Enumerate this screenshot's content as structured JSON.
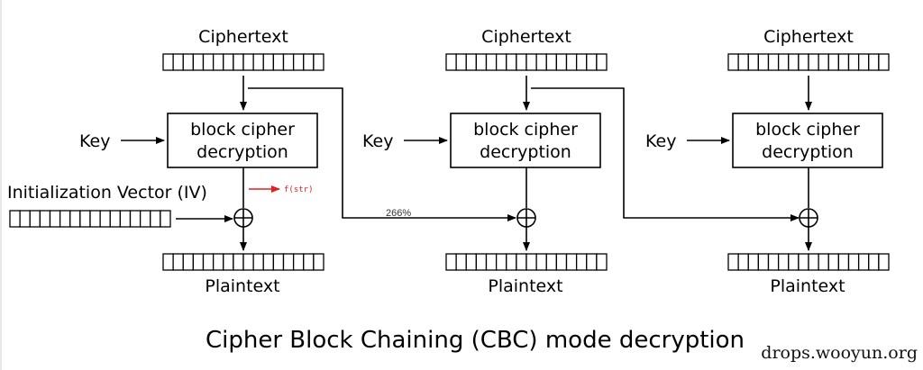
{
  "title": "Cipher Block Chaining (CBC) mode decryption",
  "watermark": "drops.wooyun.org",
  "iv_label": "Initialization Vector (IV)",
  "annotation": {
    "text": "f(str)",
    "color": "#e02020"
  },
  "overlay_text": "266%",
  "stages": [
    {
      "ciphertext": "Ciphertext",
      "key": "Key",
      "cipher_line1": "block cipher",
      "cipher_line2": "decryption",
      "plaintext": "Plaintext"
    },
    {
      "ciphertext": "Ciphertext",
      "key": "Key",
      "cipher_line1": "block cipher",
      "cipher_line2": "decryption",
      "plaintext": "Plaintext"
    },
    {
      "ciphertext": "Ciphertext",
      "key": "Key",
      "cipher_line1": "block cipher",
      "cipher_line2": "decryption",
      "plaintext": "Plaintext"
    }
  ]
}
